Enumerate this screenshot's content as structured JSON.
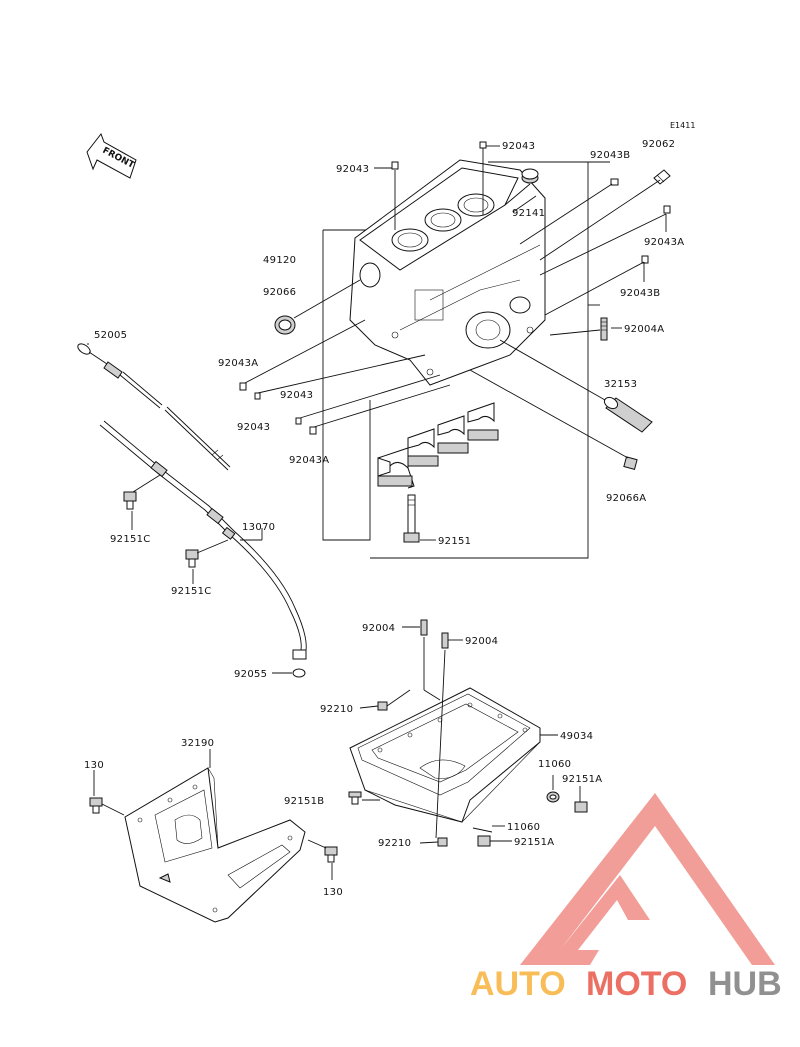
{
  "diagram_code": "E1411",
  "front_label": "FRONT",
  "parts": {
    "p92043_top": "92043",
    "p92043_left": "92043",
    "p92043B_top": "92043B",
    "p92062": "92062",
    "p92141": "92141",
    "p49120": "49120",
    "p92043A_r": "92043A",
    "p92066": "92066",
    "p92043B_r": "92043B",
    "p92004A": "92004A",
    "p52005": "52005",
    "p92043A_l": "92043A",
    "p92043_m1": "92043",
    "p92043_m2": "92043",
    "p92043A_m": "92043A",
    "p32153": "32153",
    "p92066A": "92066A",
    "p92151": "92151",
    "p92151C_1": "92151C",
    "p13070": "13070",
    "p92151C_2": "92151C",
    "p92004_l": "92004",
    "p92004_r": "92004",
    "p92055": "92055",
    "p92210_t": "92210",
    "p49034": "49034",
    "p32190": "32190",
    "p11060_a": "11060",
    "p92151A_a": "92151A",
    "p130_a": "130",
    "p92151B": "92151B",
    "p11060_b": "11060",
    "p92210_b": "92210",
    "p92151A_b": "92151A",
    "p130_b": "130"
  },
  "watermark": {
    "brand_a": "AUTO",
    "brand_b": "MOTO",
    "brand_c": "HUB",
    "color_a": "#f7b23b",
    "color_b": "#e9564a",
    "color_c": "#7d7d7d",
    "logo_color": "#f08d86"
  }
}
